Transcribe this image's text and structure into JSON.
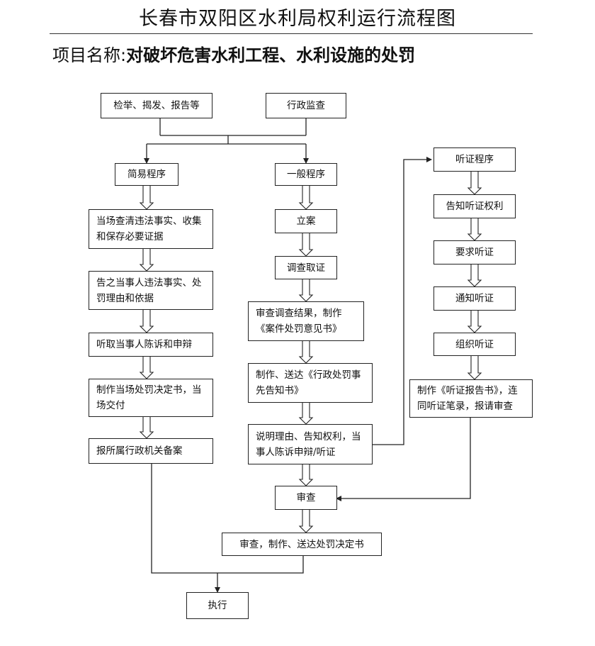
{
  "title": "长春市双阳区水利局权利运行流程图",
  "project": {
    "label": "项目名称",
    "colon": ":",
    "name": "对破坏危害水利工程、水利设施的处罚"
  },
  "boxes": {
    "report": "检举、揭发、报告等",
    "supervision": "行政监查",
    "simple": "简易程序",
    "general": "一般程序",
    "s1": "当场查清违法事实、收集和保存必要证据",
    "s2": "告之当事人违法事实、处罚理由和依据",
    "s3": "听取当事人陈诉和申辩",
    "s4": "制作当场处罚决定书，当场交付",
    "s5": "报所属行政机关备案",
    "g1": "立案",
    "g2": "调查取证",
    "g3": "审查调查结果，制作《案件处罚意见书》",
    "g4": "制作、送达《行政处罚事先告知书》",
    "g5": "说明理由、告知权利，当事人陈诉申辩/听证",
    "review": "审查",
    "decide": "审查，制作、送达处罚决定书",
    "execute": "执行",
    "h0": "听证程序",
    "h1": "告知听证权利",
    "h2": "要求听证",
    "h3": "通知听证",
    "h4": "组织听证",
    "h5": "制作《听证报告书》，连同听证笔录，报请审查"
  }
}
